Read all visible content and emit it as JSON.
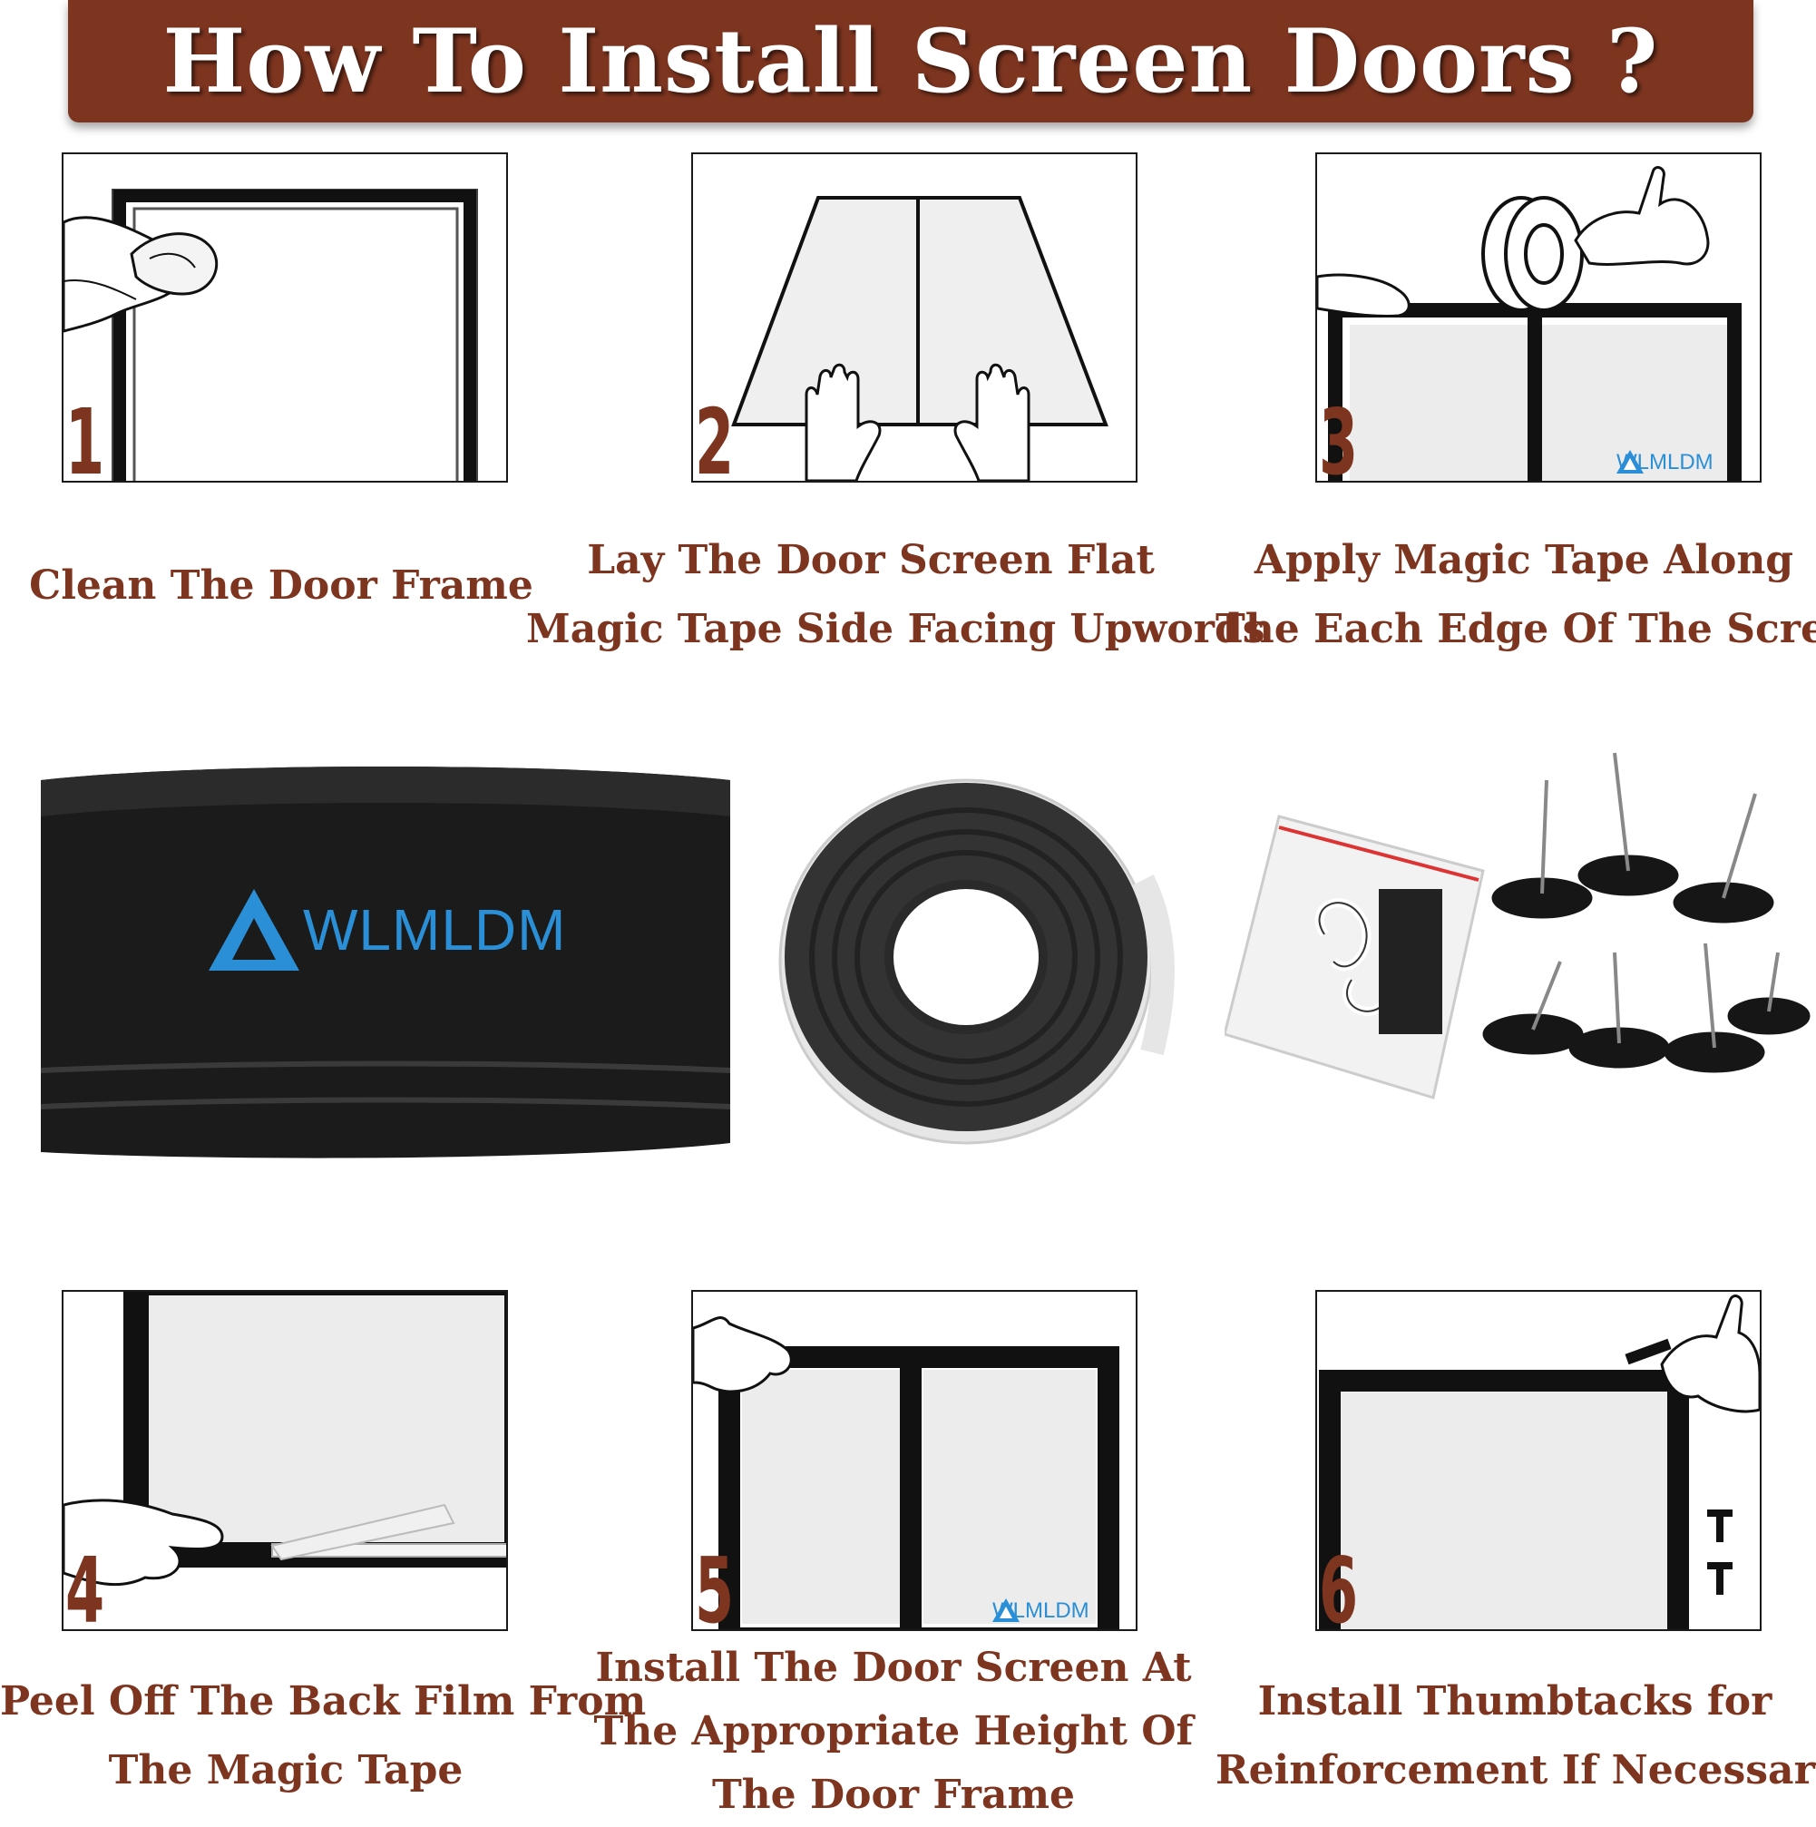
{
  "title": "How To Install Screen Doors ?",
  "brand": "WLMLDM",
  "steps": [
    {
      "number": "1",
      "lines": [
        "Clean The Door Frame"
      ]
    },
    {
      "number": "2",
      "lines": [
        "Lay The Door Screen Flat",
        "Magic Tape Side Facing Upwords"
      ]
    },
    {
      "number": "3",
      "lines": [
        "Apply Magic Tape Along",
        "The Each Edge Of The Screen"
      ]
    },
    {
      "number": "4",
      "lines": [
        "Peel Off The Back Film From",
        "The Magic Tape"
      ]
    },
    {
      "number": "5",
      "lines": [
        "Install The Door Screen At",
        "The Appropriate Height Of",
        "The Door Frame"
      ]
    },
    {
      "number": "6",
      "lines": [
        "Install Thumbtacks for",
        "Reinforcement If Necessary"
      ]
    }
  ],
  "colors": {
    "banner": "#7d3520",
    "caption": "#7d3520",
    "brand": "#2a8fd6"
  }
}
